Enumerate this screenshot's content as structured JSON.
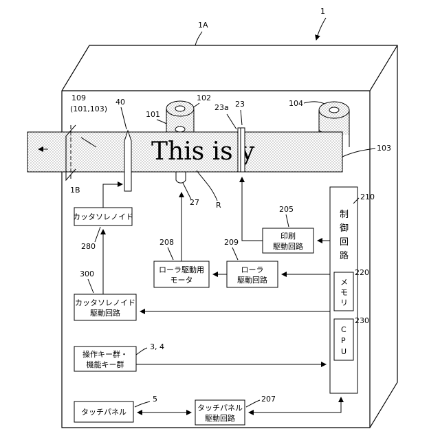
{
  "refs": {
    "r1": "1",
    "r1a": "1A",
    "r109": "109",
    "r109b": "(101,103)",
    "r40": "40",
    "r102": "102",
    "r101": "101",
    "r23a": "23a",
    "r23": "23",
    "r104": "104",
    "r103": "103",
    "r1b": "1B",
    "r27": "27",
    "rR": "R",
    "r205": "205",
    "r210": "210",
    "r280": "280",
    "r208": "208",
    "r209": "209",
    "r220": "220",
    "r300": "300",
    "r230": "230",
    "r34": "3, 4",
    "r5": "5",
    "r207": "207"
  },
  "tape_text": "This is y",
  "boxes": {
    "cutter_solenoid": "カッタソレノイド",
    "print_drive_1": "印刷",
    "print_drive_2": "駆動回路",
    "roller_motor_1": "ローラ駆動用",
    "roller_motor_2": "モータ",
    "roller_drive_1": "ローラ",
    "roller_drive_2": "駆動回路",
    "cutter_drive_1": "カッタソレノイド",
    "cutter_drive_2": "駆動回路",
    "keys_1": "操作キー群・",
    "keys_2": "機能キー群",
    "touch_panel": "タッチパネル",
    "touch_drive_1": "タッチパネル",
    "touch_drive_2": "駆動回路",
    "control_1": "制",
    "control_2": "御",
    "control_3": "回",
    "control_4": "路",
    "memory_1": "メ",
    "memory_2": "モ",
    "memory_3": "リ",
    "cpu_1": "C",
    "cpu_2": "P",
    "cpu_3": "U"
  }
}
